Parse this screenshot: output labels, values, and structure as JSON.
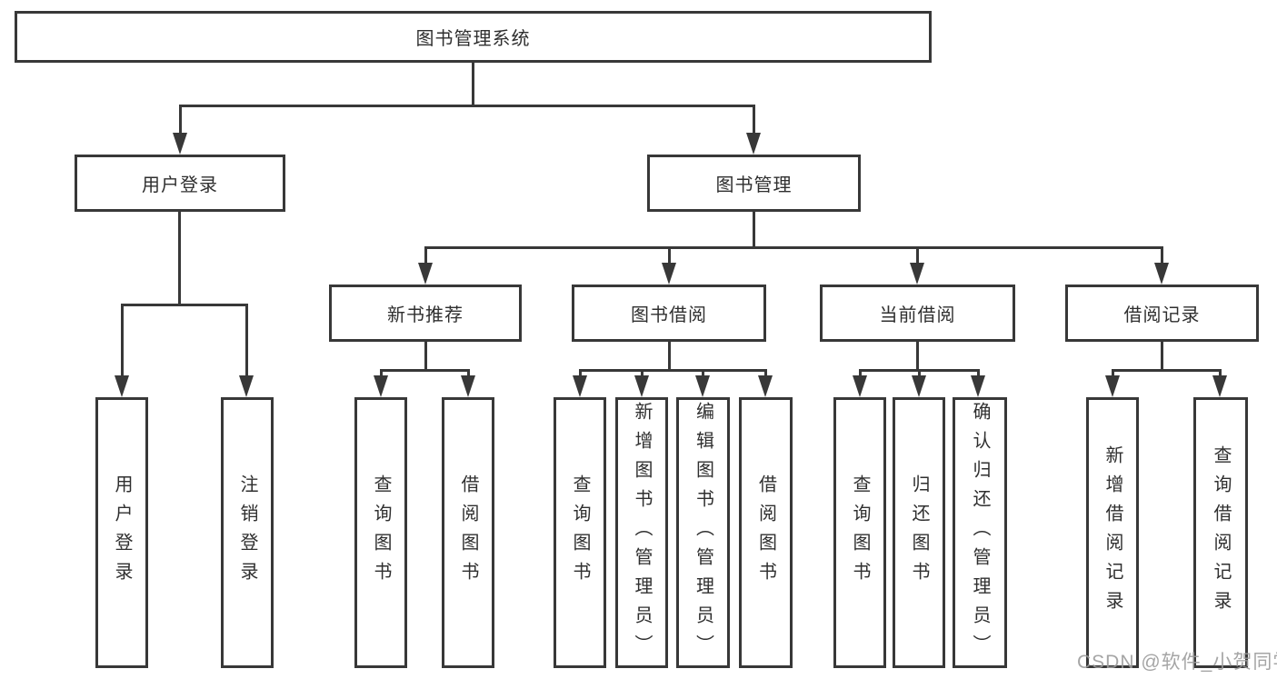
{
  "diagram": {
    "root": {
      "label": "图书管理系统"
    },
    "level1": [
      {
        "label": "用户登录"
      },
      {
        "label": "图书管理"
      }
    ],
    "level2": [
      {
        "label": "新书推荐"
      },
      {
        "label": "图书借阅"
      },
      {
        "label": "当前借阅"
      },
      {
        "label": "借阅记录"
      }
    ],
    "leaves": {
      "login": [
        "用户登录",
        "注销登录"
      ],
      "new_book": [
        "查询图书",
        "借阅图书"
      ],
      "borrow": [
        "查询图书",
        "新增图书（管理员）",
        "编辑图书（管理员）",
        "借阅图书"
      ],
      "current": [
        "查询图书",
        "归还图书",
        "确认归还（管理员）"
      ],
      "records": [
        "新增借阅记录",
        "查询借阅记录"
      ]
    }
  },
  "watermark": {
    "text": "CSDN @软件_小贺同学"
  },
  "colors": {
    "line": "#383838",
    "text": "#2f2f2f",
    "background": "#ffffff",
    "watermark": "#9b9b9b"
  }
}
